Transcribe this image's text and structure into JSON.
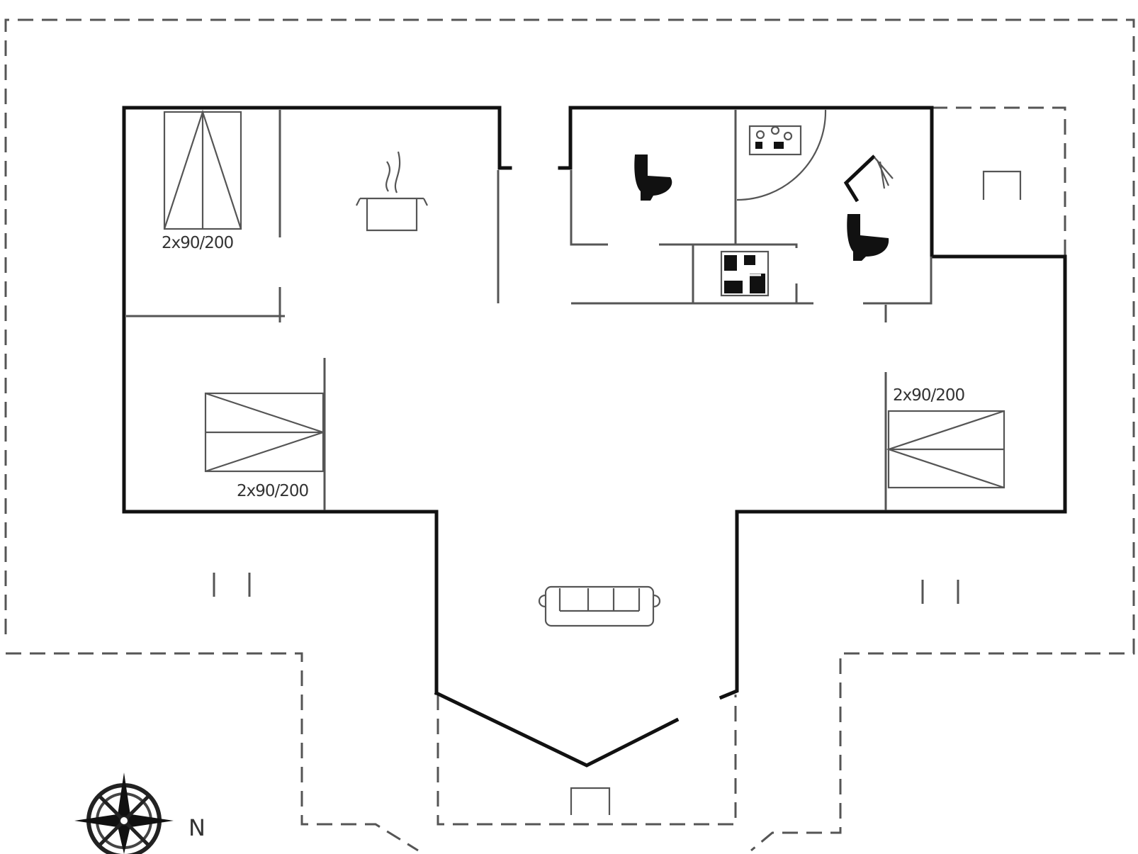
{
  "floorplan": {
    "bed_label_1": "2x90/200",
    "bed_label_2": "2x90/200",
    "bed_label_3": "2x90/200",
    "compass_label": "N",
    "icons": [
      "bunk-bed-icon",
      "stove-pot-icon",
      "toilet-icon",
      "shower-icon",
      "washing-machine-icon",
      "sofa-icon",
      "compass-icon"
    ],
    "colors": {
      "walls": "#111111",
      "fixtures": "#555555",
      "background": "#ffffff"
    }
  }
}
